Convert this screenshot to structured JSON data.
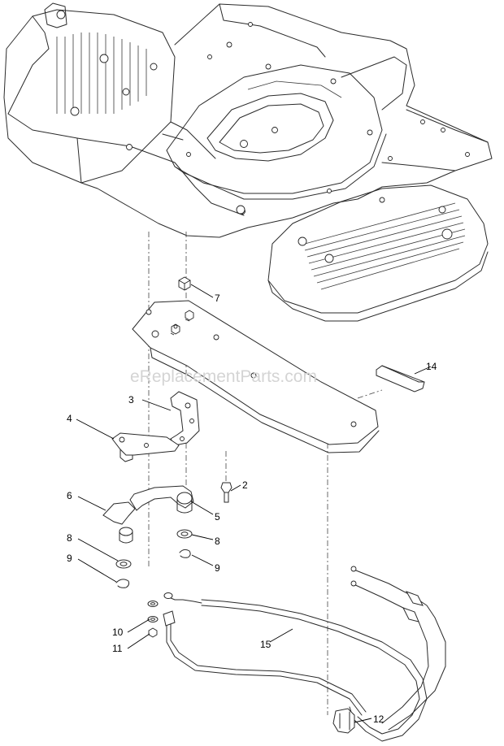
{
  "watermark": "eReplacementParts.com",
  "callouts": {
    "c2": "2",
    "c3": "3",
    "c4": "4",
    "c5": "5",
    "c6": "6",
    "c7": "7",
    "c8a": "8",
    "c8b": "8",
    "c9a": "9",
    "c9b": "9",
    "c10": "10",
    "c11": "11",
    "c12": "12",
    "c14": "14",
    "c15": "15"
  }
}
